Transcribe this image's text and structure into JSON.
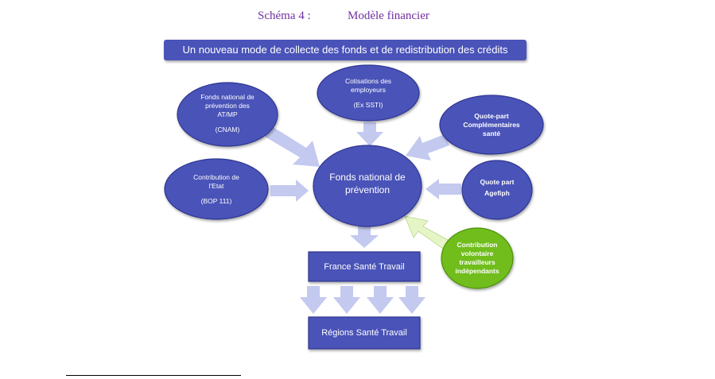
{
  "header": {
    "schema_number": "Schéma 4 :",
    "schema_title": "Modèle financier"
  },
  "banner": {
    "text": "Un  nouveau mode de collecte des fonds et de redistribution des crédits"
  },
  "nodes": {
    "central": {
      "line1": "Fonds national de",
      "line2": "prévention"
    },
    "cnam": {
      "line1": "Fonds national de",
      "line2": "prévention des",
      "line3": "AT/MP",
      "line4": "(CNAM)"
    },
    "employeurs": {
      "line1": "Cotisations des",
      "line2": "employeurs",
      "line3": "(Ex SSTI)"
    },
    "complementaires": {
      "line1": "Quote-part",
      "line2": "Complémentaires",
      "line3": "santé"
    },
    "etat": {
      "line1": "Contribution de",
      "line2": "l'Etat",
      "line3": "(BOP 111)"
    },
    "agefiph": {
      "line1": "Quote part",
      "line2": "Agefiph"
    },
    "independants": {
      "line1": "Contribution",
      "line2": "volontaire",
      "line3": "travailleurs",
      "line4": "indépendants"
    },
    "france": {
      "label": "France Santé Travail"
    },
    "regions": {
      "label": "Régions Santé Travail"
    }
  },
  "colors": {
    "node_fill": "#4a53b8",
    "node_stroke": "#2e3690",
    "arrow_fill": "#c3c9ef",
    "green_fill": "#6fbd1e",
    "green_arrow": "#e6f5c6",
    "title_color": "#7030a0"
  }
}
